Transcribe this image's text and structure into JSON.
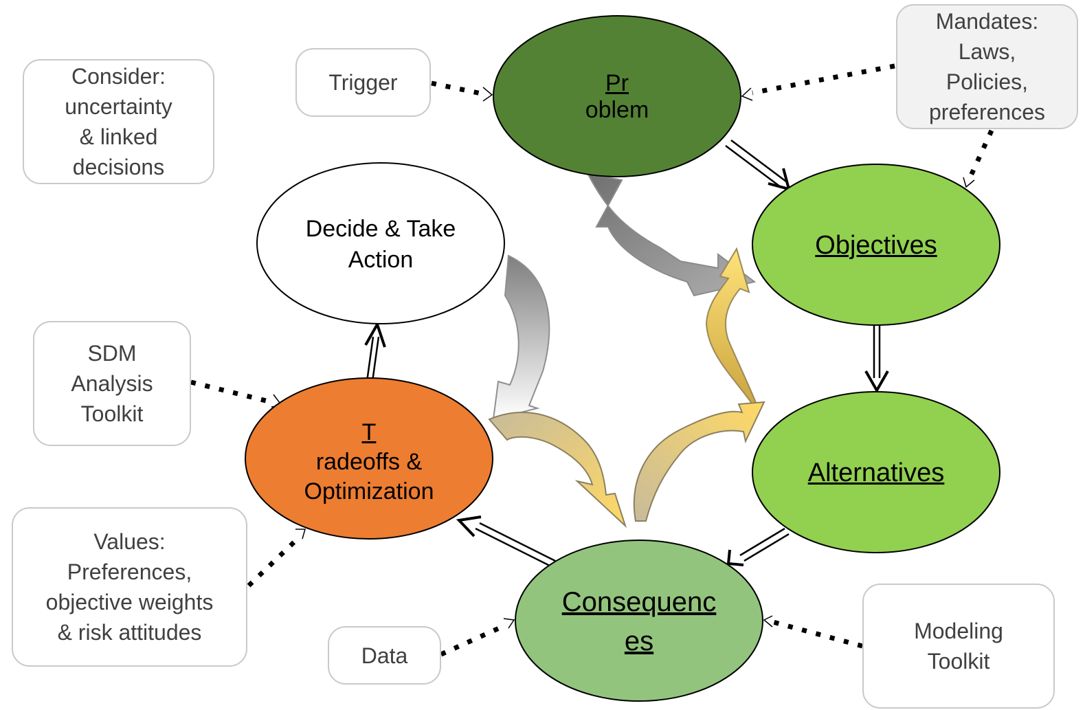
{
  "boxes": {
    "consider": [
      "Consider:",
      "uncertainty",
      "& linked",
      "decisions"
    ],
    "trigger": [
      "Trigger"
    ],
    "mandates": [
      "Mandates:",
      "Laws,",
      "Policies,",
      "preferences"
    ],
    "sdm": [
      "SDM",
      "Analysis",
      "Toolkit"
    ],
    "values": [
      "Values:",
      "Preferences,",
      "objective weights",
      "& risk attitudes"
    ],
    "data": [
      "Data"
    ],
    "modeling": [
      "Modeling",
      "Toolkit"
    ]
  },
  "nodes": {
    "problem": {
      "prefix": "Pr",
      "rest": "oblem"
    },
    "objectives": "Objectives",
    "alternatives": "Alternatives",
    "consequences": [
      "Consequenc",
      "es"
    ],
    "tradeoffs": {
      "first": "T",
      "rest": "radeoffs &",
      "line2": "Optimization"
    },
    "decide": [
      "Decide & Take",
      "Action"
    ]
  },
  "colors": {
    "problem": "#548235",
    "objectives": "#92d050",
    "alternatives": "#92d050",
    "consequences": "#93c47d",
    "tradeoffs": "#ed7d31",
    "decide": "#ffffff",
    "box_border": "#c9c9c9",
    "box_gray_fill": "#f2f2f2",
    "gray_arrow": "#7f7f7f",
    "gold_arrow": "#ffd966",
    "tan_arrow": "#cbbf9e"
  }
}
